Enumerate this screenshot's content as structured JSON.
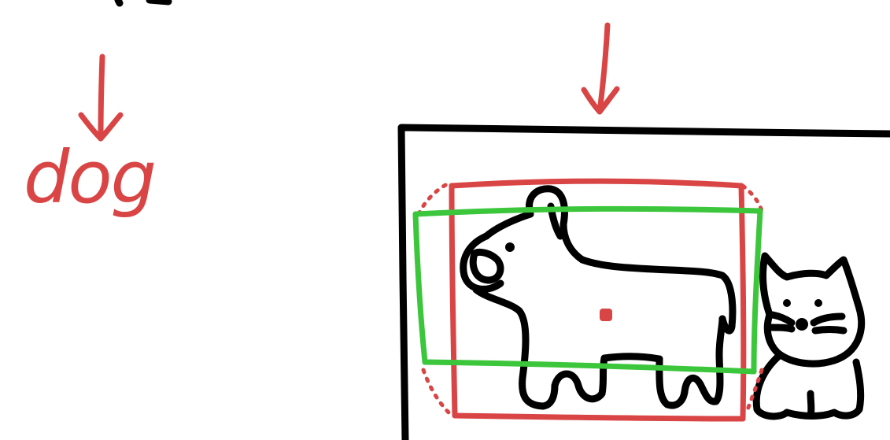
{
  "label": {
    "text": "dog"
  },
  "colors": {
    "ink": "#000000",
    "annotation": "#d94545",
    "prediction": "#3cc63c",
    "background": "#ffffff"
  },
  "icons": {
    "dog": "dog-drawing",
    "cat": "cat-drawing",
    "arrow": "down-arrow"
  }
}
